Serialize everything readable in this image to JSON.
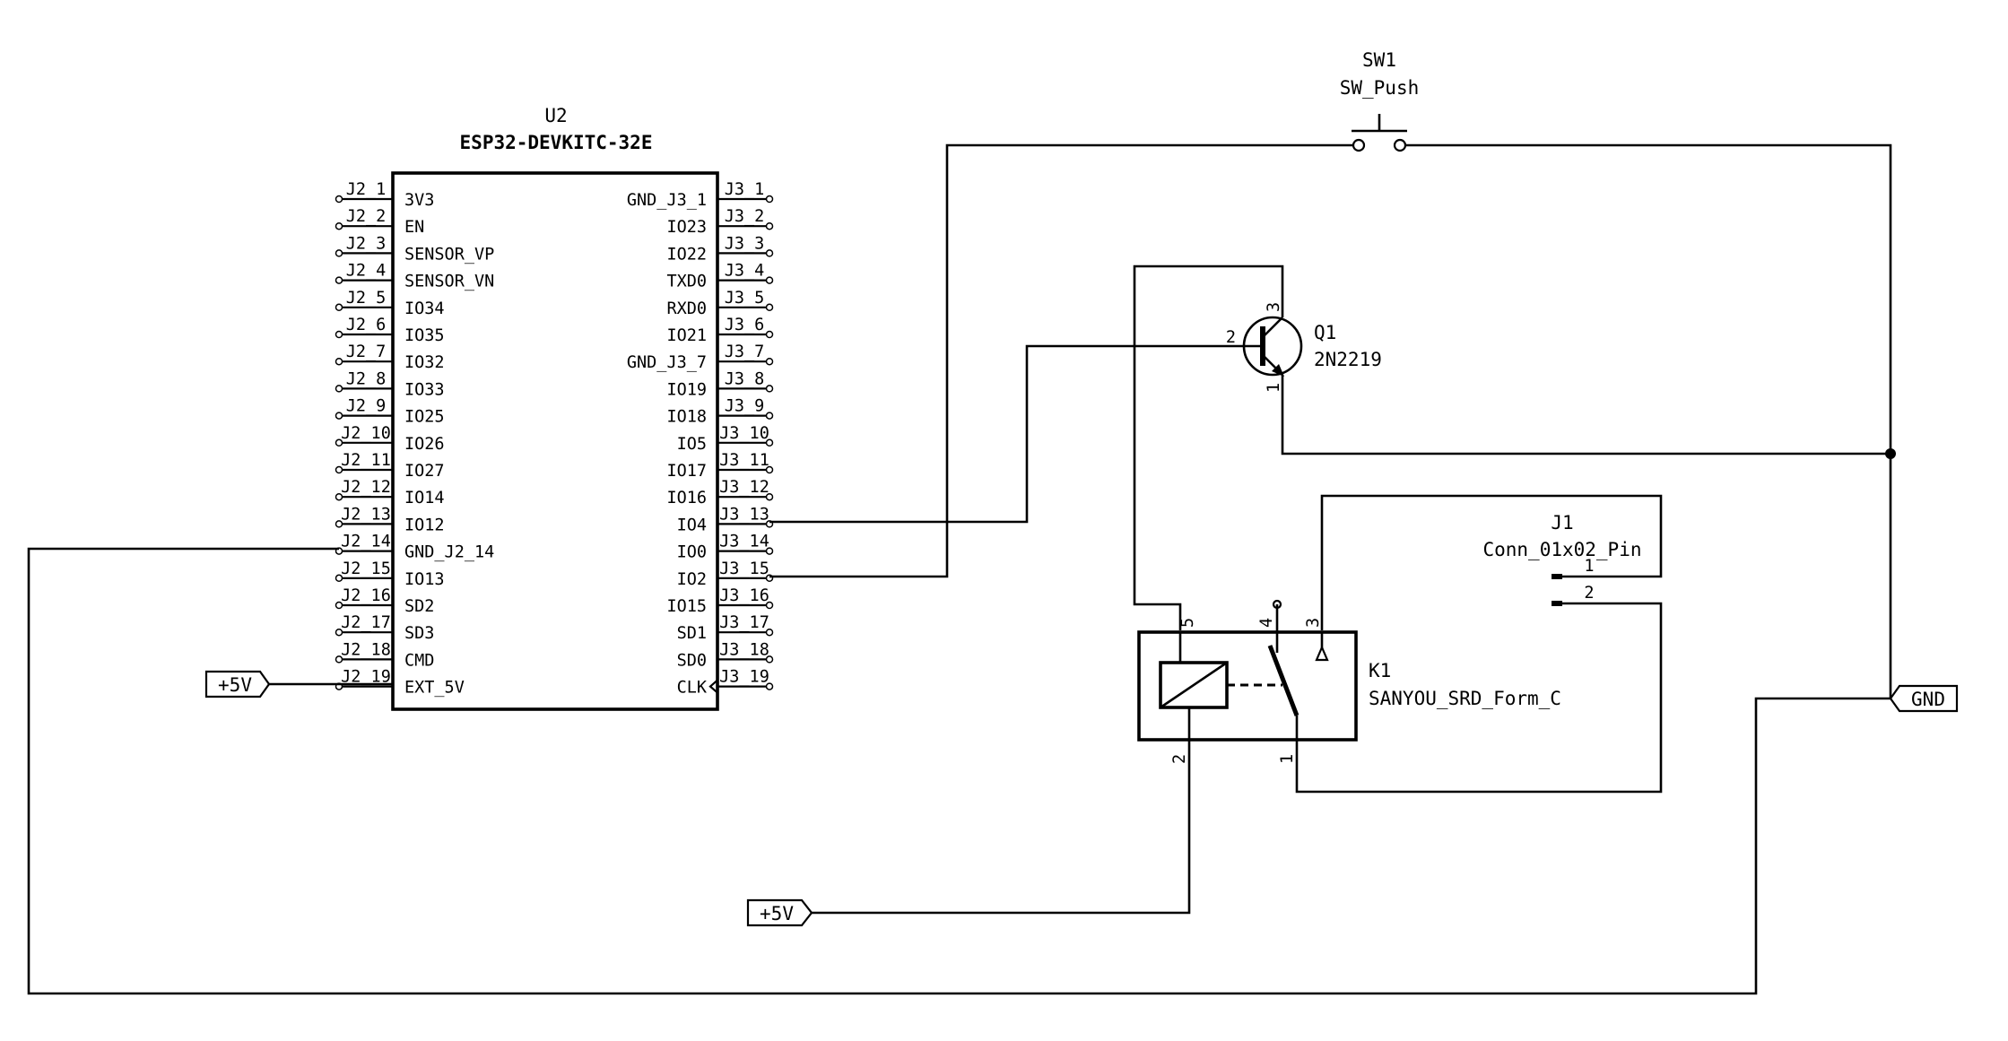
{
  "schematic": {
    "u2": {
      "ref": "U2",
      "value": "ESP32-DEVKITC-32E",
      "left_pins": [
        {
          "name": "3V3",
          "net": "J2_1"
        },
        {
          "name": "EN",
          "net": "J2_2"
        },
        {
          "name": "SENSOR_VP",
          "net": "J2_3"
        },
        {
          "name": "SENSOR_VN",
          "net": "J2_4"
        },
        {
          "name": "IO34",
          "net": "J2_5"
        },
        {
          "name": "IO35",
          "net": "J2_6"
        },
        {
          "name": "IO32",
          "net": "J2_7"
        },
        {
          "name": "IO33",
          "net": "J2_8"
        },
        {
          "name": "IO25",
          "net": "J2_9"
        },
        {
          "name": "IO26",
          "net": "J2_10"
        },
        {
          "name": "IO27",
          "net": "J2_11"
        },
        {
          "name": "IO14",
          "net": "J2_12"
        },
        {
          "name": "IO12",
          "net": "J2_13"
        },
        {
          "name": "GND_J2_14",
          "net": "J2_14"
        },
        {
          "name": "IO13",
          "net": "J2_15"
        },
        {
          "name": "SD2",
          "net": "J2_16"
        },
        {
          "name": "SD3",
          "net": "J2_17"
        },
        {
          "name": "CMD",
          "net": "J2_18"
        },
        {
          "name": "EXT_5V",
          "net": "J2_19"
        }
      ],
      "right_pins": [
        {
          "name": "GND_J3_1",
          "net": "J3_1"
        },
        {
          "name": "IO23",
          "net": "J3_2"
        },
        {
          "name": "IO22",
          "net": "J3_3"
        },
        {
          "name": "TXD0",
          "net": "J3_4"
        },
        {
          "name": "RXD0",
          "net": "J3_5"
        },
        {
          "name": "IO21",
          "net": "J3_6"
        },
        {
          "name": "GND_J3_7",
          "net": "J3_7"
        },
        {
          "name": "IO19",
          "net": "J3_8"
        },
        {
          "name": "IO18",
          "net": "J3_9"
        },
        {
          "name": "IO5",
          "net": "J3_10"
        },
        {
          "name": "IO17",
          "net": "J3_11"
        },
        {
          "name": "IO16",
          "net": "J3_12"
        },
        {
          "name": "IO4",
          "net": "J3_13"
        },
        {
          "name": "IO0",
          "net": "J3_14"
        },
        {
          "name": "IO2",
          "net": "J3_15"
        },
        {
          "name": "IO15",
          "net": "J3_16"
        },
        {
          "name": "SD1",
          "net": "J3_17"
        },
        {
          "name": "SD0",
          "net": "J3_18"
        },
        {
          "name": "CLK",
          "net": "J3_19"
        }
      ]
    },
    "sw1": {
      "ref": "SW1",
      "value": "SW_Push"
    },
    "q1": {
      "ref": "Q1",
      "value": "2N2219",
      "pin_base": "2",
      "pin_collector": "3",
      "pin_emitter": "1"
    },
    "k1": {
      "ref": "K1",
      "value": "SANYOU_SRD_Form_C",
      "pin_coil_a": "5",
      "pin_coil_b": "2",
      "pin_nc": "4",
      "pin_no": "3",
      "pin_com": "1"
    },
    "j1": {
      "ref": "J1",
      "value": "Conn_01x02_Pin",
      "pin1": "1",
      "pin2": "2"
    },
    "labels": {
      "power_5v_a": "+5V",
      "power_5v_b": "+5V",
      "gnd": "GND"
    }
  }
}
